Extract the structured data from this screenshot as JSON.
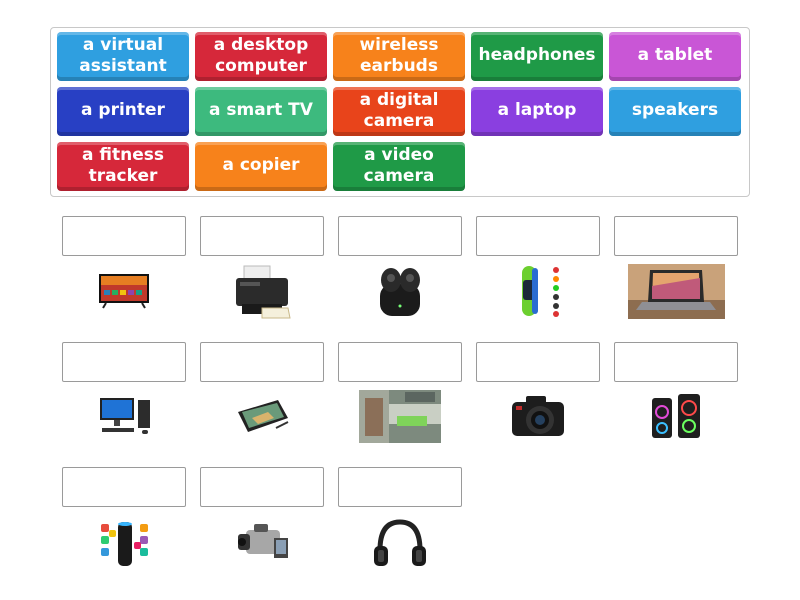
{
  "tiles": [
    {
      "label": "a virtual\nassistant",
      "color": "#2f9fe0"
    },
    {
      "label": "a desktop\ncomputer",
      "color": "#d6283a"
    },
    {
      "label": "wireless\nearbuds",
      "color": "#f7821b"
    },
    {
      "label": "headphones",
      "color": "#1f9a47"
    },
    {
      "label": "a tablet",
      "color": "#c956d6"
    },
    {
      "label": "a printer",
      "color": "#2840c4"
    },
    {
      "label": "a smart TV",
      "color": "#3dba7e"
    },
    {
      "label": "a digital\ncamera",
      "color": "#e8441b"
    },
    {
      "label": "a laptop",
      "color": "#8a3fe0"
    },
    {
      "label": "speakers",
      "color": "#2f9fe0"
    },
    {
      "label": "a fitness\ntracker",
      "color": "#d6283a"
    },
    {
      "label": "a copier",
      "color": "#f7821b"
    },
    {
      "label": "a video\ncamera",
      "color": "#1f9a47"
    }
  ],
  "answer_slots": [
    {
      "value": ""
    },
    {
      "value": ""
    },
    {
      "value": ""
    },
    {
      "value": ""
    },
    {
      "value": ""
    },
    {
      "value": ""
    },
    {
      "value": ""
    },
    {
      "value": ""
    },
    {
      "value": ""
    },
    {
      "value": ""
    },
    {
      "value": ""
    },
    {
      "value": ""
    },
    {
      "value": ""
    }
  ],
  "images": [
    "smart-tv-image",
    "printer-image",
    "earbuds-image",
    "fitness-tracker-image",
    "laptop-image",
    "desktop-computer-image",
    "tablet-image",
    "copier-image",
    "digital-camera-image",
    "speakers-image",
    "virtual-assistant-image",
    "video-camera-image",
    "headphones-image"
  ]
}
